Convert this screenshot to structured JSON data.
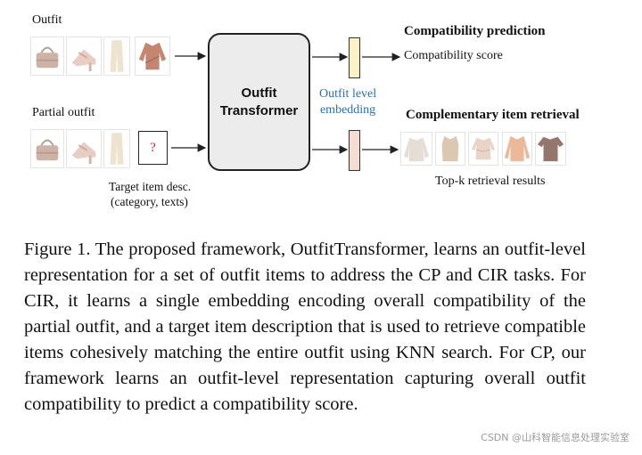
{
  "figure": {
    "outfit_label": "Outfit",
    "partial_outfit_label": "Partial outfit",
    "transformer_line1": "Outfit",
    "transformer_line2": "Transformer",
    "embedding_line1": "Outfit level",
    "embedding_line2": "embedding",
    "target_line1": "Target item desc.",
    "target_line2": "(category, texts)",
    "question_mark": "?",
    "cp_title": "Compatibility prediction",
    "cp_sub": "Compatibility score",
    "cir_title": "Complementary item retrieval",
    "cir_sub": "Top-k retrieval results",
    "colors": {
      "embedding_text": "#2a6fb5",
      "question_mark": "#d92020",
      "embedding_top_fill": "#fdf1c8",
      "embedding_bottom_fill": "#f6ddd3",
      "transformer_fill": "#ececec"
    },
    "thumbnails": {
      "outfit": [
        "bag",
        "heel",
        "pants",
        "top"
      ],
      "partial": [
        "bag",
        "heel",
        "pants"
      ],
      "retrieved": [
        "knit-sweater",
        "sleeveless-top",
        "ruffle-blouse",
        "peach-top",
        "mauve-tee"
      ]
    }
  },
  "caption": "Figure 1. The proposed framework, OutfitTransformer, learns an outfit-level representation for a set of outfit items to address the CP and CIR tasks. For CIR, it learns a single embedding encoding overall compatibility of the partial outfit, and a target item description that is used to retrieve compatible items cohesively matching the entire outfit using KNN search. For CP, our framework learns an outfit-level representation capturing overall outfit compatibility to predict a compatibility score.",
  "watermark": "CSDN @山科智能信息处理实验室"
}
